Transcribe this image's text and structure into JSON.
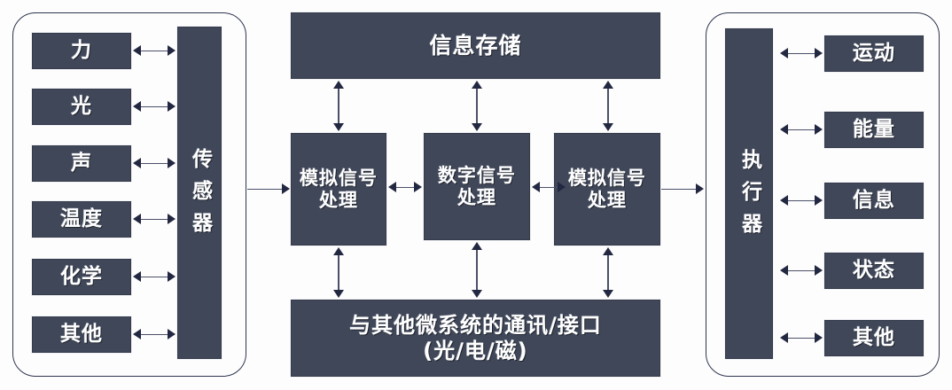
{
  "colors": {
    "block_fill": "#404759",
    "frame_border": "#2f3550",
    "arrow": "#232842",
    "background": "#fdfdfd",
    "text": "#ffffff"
  },
  "left_group": {
    "name": "sensor-group",
    "bar_label": "传感器",
    "items": [
      {
        "label": "力"
      },
      {
        "label": "光"
      },
      {
        "label": "声"
      },
      {
        "label": "温度"
      },
      {
        "label": "化学"
      },
      {
        "label": "其他"
      }
    ]
  },
  "center_group": {
    "top_block": {
      "label": "信息存储"
    },
    "processing_blocks": [
      {
        "line1": "模拟信号",
        "line2": "处理"
      },
      {
        "line1": "数字信号",
        "line2": "处理"
      },
      {
        "line1": "模拟信号",
        "line2": "处理"
      }
    ],
    "bottom_block": {
      "line1": "与其他微系统的通讯/接口",
      "line2": "(光/电/磁)"
    }
  },
  "right_group": {
    "name": "actuator-group",
    "bar_label": "执行器",
    "items": [
      {
        "label": "运动"
      },
      {
        "label": "能量"
      },
      {
        "label": "信息"
      },
      {
        "label": "状态"
      },
      {
        "label": "其他"
      }
    ]
  }
}
